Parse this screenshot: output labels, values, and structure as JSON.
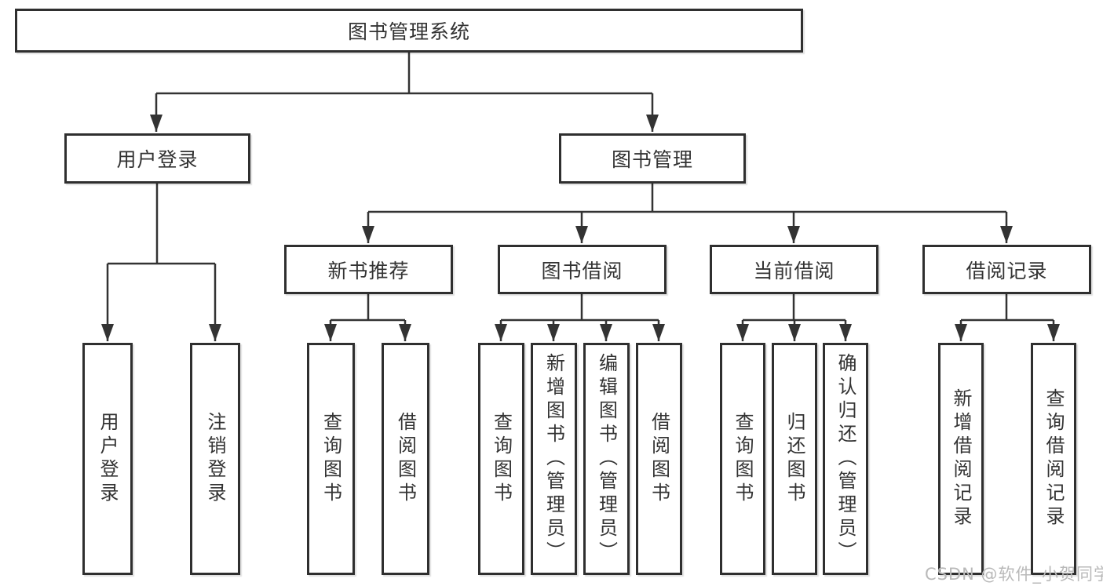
{
  "diagram": {
    "type": "hierarchy-tree",
    "nodes": {
      "root": "图书管理系统",
      "user_login": "用户登录",
      "book_mgmt": "图书管理",
      "new_rec": "新书推荐",
      "book_borrow": "图书借阅",
      "cur_borrow": "当前借阅",
      "borrow_rec": "借阅记录"
    },
    "leaves": {
      "g1": [
        "用户登录",
        "注销登录"
      ],
      "g2": [
        "查询图书",
        "借阅图书"
      ],
      "g3": [
        "查询图书",
        "新增图书（管理员）",
        "编辑图书（管理员）",
        "借阅图书"
      ],
      "g4": [
        "查询图书",
        "归还图书",
        "确认归还（管理员）"
      ],
      "g5": [
        "新增借阅记录",
        "查询借阅记录"
      ]
    },
    "edges": [
      "图书管理系统→用户登录",
      "图书管理系统→图书管理",
      "用户登录→用户登录",
      "用户登录→注销登录",
      "图书管理→新书推荐",
      "图书管理→图书借阅",
      "图书管理→当前借阅",
      "图书管理→借阅记录",
      "新书推荐→查询图书",
      "新书推荐→借阅图书",
      "图书借阅→查询图书",
      "图书借阅→新增图书（管理员）",
      "图书借阅→编辑图书（管理员）",
      "图书借阅→借阅图书",
      "当前借阅→查询图书",
      "当前借阅→归还图书",
      "当前借阅→确认归还（管理员）",
      "借阅记录→新增借阅记录",
      "借阅记录→查询借阅记录"
    ],
    "colors": {
      "line": "#333333",
      "box_border": "#2f2f2f",
      "box_fill": "#ffffff",
      "text": "#333333",
      "watermark": "#b9b9b9",
      "background": "#ffffff"
    }
  },
  "watermark": "CSDN @软件_小贺同学"
}
